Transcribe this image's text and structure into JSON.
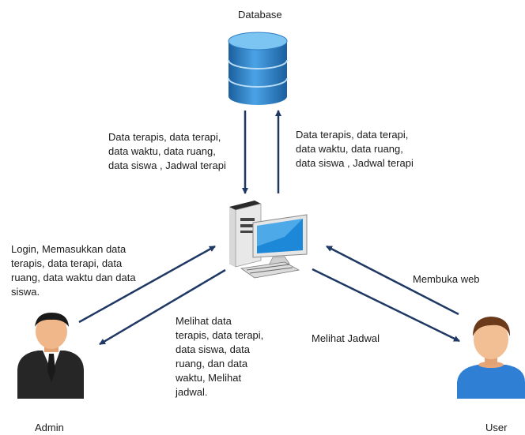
{
  "nodes": {
    "database": {
      "label": "Database",
      "icon": "database-icon"
    },
    "server": {
      "icon": "computer-icon"
    },
    "admin": {
      "label": "Admin",
      "icon": "admin-person-icon"
    },
    "user": {
      "label": "User",
      "icon": "user-person-icon"
    }
  },
  "edges": {
    "server_to_db": "Data terapis, data terapi,\ndata waktu, data ruang,\ndata siswa , Jadwal terapi",
    "db_to_server": "Data terapis, data terapi,\ndata waktu, data ruang,\ndata siswa , Jadwal terapi",
    "admin_to_server": "Login, Memasukkan data\nterapis, data terapi, data\nruang, data waktu dan data\nsiswa.",
    "server_to_admin": "Melihat data\nterapis, data terapi,\ndata siswa, data\nruang, dan data\nwaktu, Melihat\njadwal.",
    "server_to_user": "Melihat Jadwal",
    "user_to_server": "Membuka web"
  },
  "colors": {
    "arrow": "#1f3864",
    "db_blue": "#2e7cc0",
    "monitor": "#1e88d8"
  }
}
